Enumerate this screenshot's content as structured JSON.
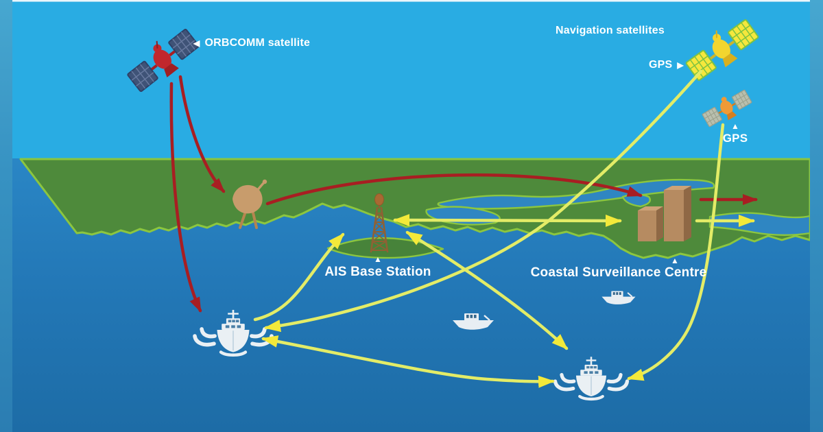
{
  "diagram": {
    "title_hint": "AIS maritime communication overview",
    "labels": {
      "orbcomm_satellite": "ORBCOMM satellite",
      "navigation_satellites": "Navigation satellites",
      "gps_top": "GPS",
      "gps_small": "GPS",
      "ais_base_station": "AIS Base Station",
      "coastal_surveillance_centre": "Coastal Surveillance Centre"
    },
    "icons": {
      "pointer_left": "◀",
      "pointer_right": "▶",
      "pointer_up": "▲"
    },
    "colors": {
      "sky": "#29ACE3",
      "water_top": "#2A86C5",
      "water_bottom": "#1D6CA6",
      "land": "#4E8A3B",
      "coast_edge": "#8CC63F",
      "orbcomm_red": "#A81E22",
      "ais_line_yellow": "#E3EC67",
      "arrowhead_yellow": "#F3E93A",
      "tower_brown": "#8F6134",
      "building_brown": "#B68B61",
      "dish_tan": "#C89C6C",
      "ship_white": "#EAF0F4",
      "label_text": "#FFFFFF"
    },
    "nodes": [
      {
        "id": "orbcomm-satellite",
        "label": "ORBCOMM satellite"
      },
      {
        "id": "navigation-satellite",
        "label": "Navigation satellites / GPS"
      },
      {
        "id": "gps-satellite-small",
        "label": "GPS"
      },
      {
        "id": "earth-station-dish",
        "label": ""
      },
      {
        "id": "ais-base-station",
        "label": "AIS Base Station"
      },
      {
        "id": "coastal-surveillance-centre",
        "label": "Coastal Surveillance Centre"
      },
      {
        "id": "ship-left",
        "label": ""
      },
      {
        "id": "ship-bottom-right",
        "label": ""
      },
      {
        "id": "small-boat-center",
        "label": ""
      },
      {
        "id": "small-boat-right",
        "label": ""
      }
    ],
    "links": [
      {
        "from": "orbcomm-satellite",
        "to": "earth-station-dish",
        "color": "red",
        "bidirectional": false
      },
      {
        "from": "orbcomm-satellite",
        "to": "ship-left",
        "color": "red",
        "bidirectional": false
      },
      {
        "from": "earth-station-dish",
        "to": "coastal-surveillance-centre",
        "color": "red",
        "bidirectional": false
      },
      {
        "from": "coastal-surveillance-centre",
        "to": "offscreen-right",
        "color": "red",
        "bidirectional": false
      },
      {
        "from": "ship-left",
        "to": "ais-base-station",
        "color": "yellow",
        "bidirectional": false
      },
      {
        "from": "ais-base-station",
        "to": "coastal-surveillance-centre",
        "color": "yellow",
        "bidirectional": true
      },
      {
        "from": "ais-base-station",
        "to": "ship-bottom-right",
        "color": "yellow",
        "bidirectional": true
      },
      {
        "from": "navigation-satellite",
        "to": "ship-left",
        "color": "yellow",
        "bidirectional": false
      },
      {
        "from": "gps-satellite-small",
        "to": "ship-bottom-right",
        "color": "yellow",
        "bidirectional": false
      },
      {
        "from": "ship-left",
        "to": "ship-bottom-right",
        "color": "yellow",
        "bidirectional": true
      },
      {
        "from": "coastal-surveillance-centre",
        "to": "offscreen-right",
        "color": "yellow",
        "bidirectional": false
      }
    ]
  }
}
